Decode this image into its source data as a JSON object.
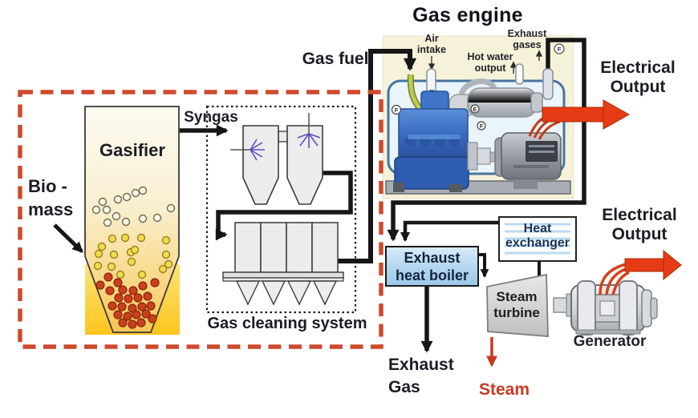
{
  "title": "Gas engine",
  "left_section": {
    "biomass_l1": "Bio -",
    "biomass_l2": "mass",
    "gasifier": "Gasifier",
    "syngas": "Syngas",
    "gas_cleaning": "Gas cleaning system"
  },
  "engine_section": {
    "gas_fuel": "Gas fuel",
    "air_intake_l1": "Air",
    "air_intake_l2": "intake",
    "hot_water_l1": "Hot water",
    "hot_water_l2": "output",
    "exhaust_gases_l1": "Exhaust",
    "exhaust_gases_l2": "gases",
    "gauge1": "F",
    "gauge2": "E",
    "gauge3": "F",
    "gauge4": "F",
    "electrical_l1": "Electrical",
    "electrical_l2": "Output"
  },
  "bottom_section": {
    "boiler_l1": "Exhaust",
    "boiler_l2": "heat boiler",
    "hx_l1": "Heat",
    "hx_l2": "exchanger",
    "turbine_l1": "Steam",
    "turbine_l2": "turbine",
    "generator": "Generator",
    "electrical_l1": "Electrical",
    "electrical_l2": "Output",
    "exhaust_gas_l1": "Exhaust",
    "exhaust_gas_l2": "Gas",
    "steam": "Steam"
  },
  "colors": {
    "boundary_red": "#ce4a2d",
    "flow_black": "#161616",
    "output_arrow_red": "#e63c15",
    "steam_red": "#c63a22",
    "boiler_blue": "#aed3ec",
    "engine_panel_yellow": "#f6f2da"
  }
}
